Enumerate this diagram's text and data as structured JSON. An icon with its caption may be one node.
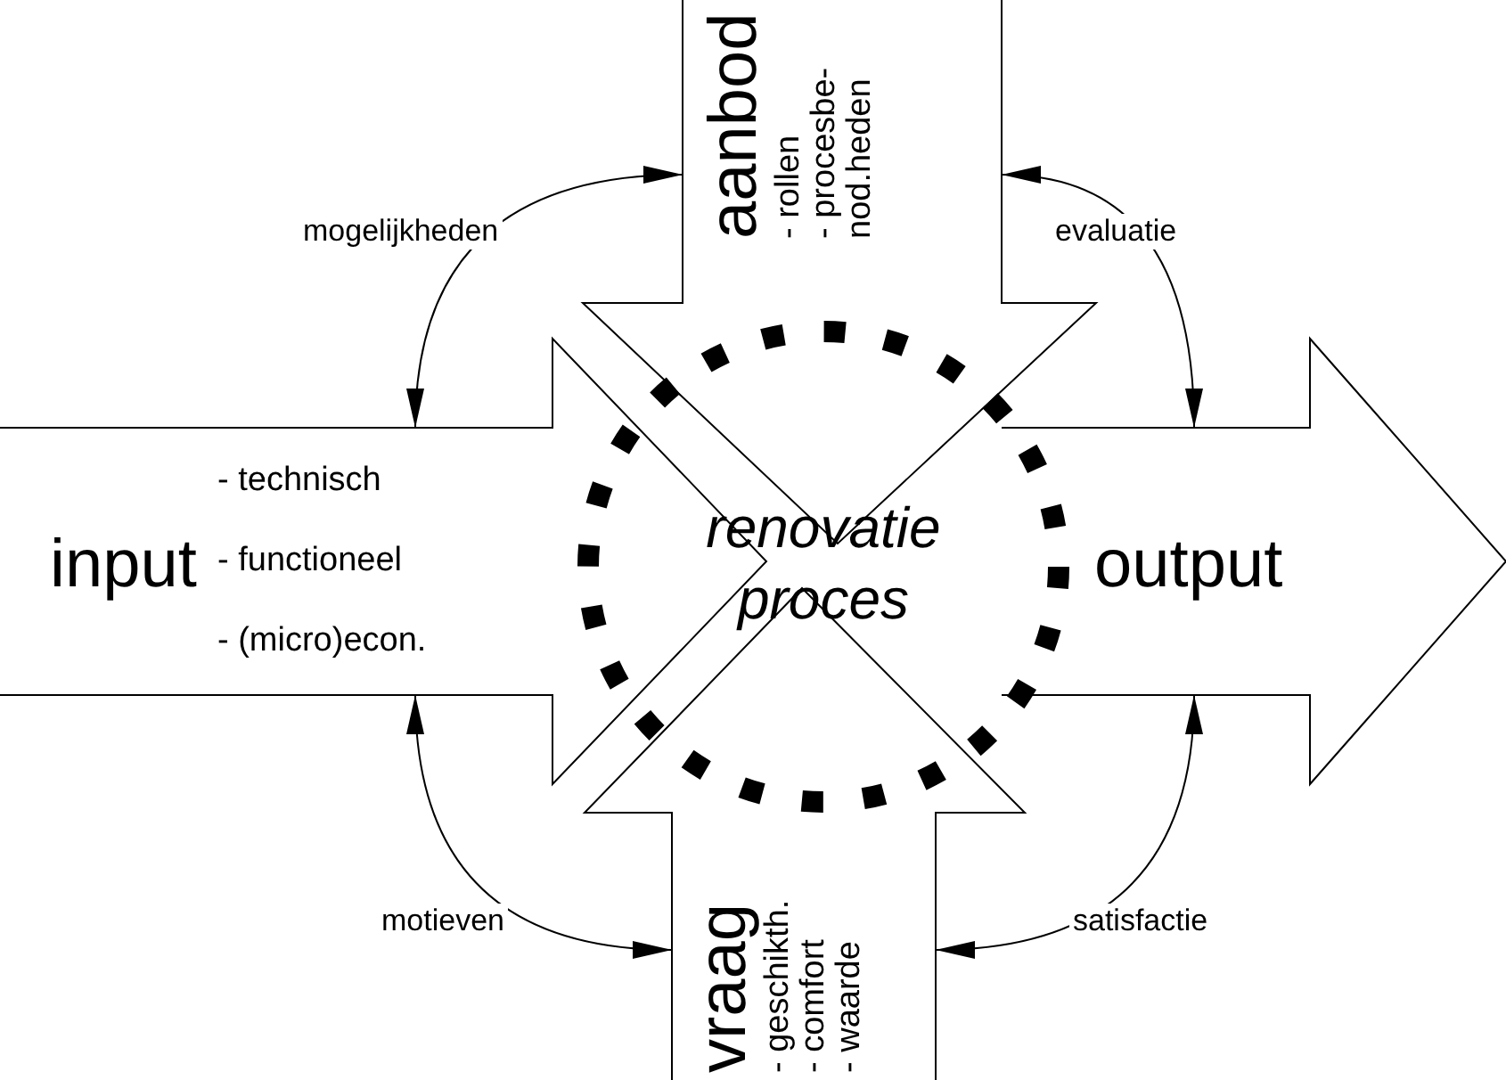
{
  "diagram": {
    "nodes": [
      {
        "text": [
          "aanbod",
          "- rollen",
          "- procesbe- nod.heden"
        ]
      },
      {
        "text": [
          "input",
          "- technisch",
          "- functioneel",
          "- (micro)econ."
        ]
      },
      {
        "text": [
          "renovatie proces"
        ]
      },
      {
        "text": [
          "output"
        ]
      },
      {
        "text": [
          "vraag",
          "- geschikth.",
          "- comfort",
          "- waarde"
        ]
      }
    ],
    "edges": [
      {
        "from": 1,
        "to": 0,
        "arrow": "both",
        "label": "mogelijkheden"
      },
      {
        "from": 0,
        "to": 3,
        "arrow": "both",
        "label": "evaluatie"
      },
      {
        "from": 1,
        "to": 4,
        "arrow": "both",
        "label": "motieven"
      },
      {
        "from": 4,
        "to": 3,
        "arrow": "both",
        "label": "satisfactie"
      }
    ]
  }
}
